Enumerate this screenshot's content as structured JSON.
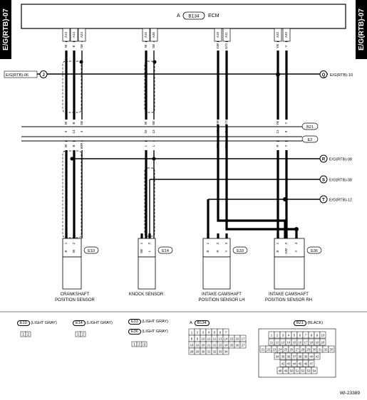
{
  "tabs": {
    "left": "E/G(RTB)-07",
    "right": "E/G(RTB)-07"
  },
  "ecm": {
    "prefix": "A",
    "connector": "B134",
    "name": "ECM"
  },
  "ecm_pins": [
    "A13",
    "A14",
    "A24",
    "A15",
    "A35",
    "A10",
    "A11",
    "A32",
    "A33"
  ],
  "ecm_wires": [
    "W",
    "B",
    "SB",
    "W",
    "SB",
    "GW",
    "G/O",
    "YB",
    "Y"
  ],
  "connector_wires": [
    "W",
    "B",
    "W",
    "W",
    "L",
    "G",
    "GW",
    "GB",
    "R",
    "Y"
  ],
  "connector_pins": [
    "3",
    "14",
    "4",
    "16",
    "13",
    "12",
    "5",
    "11",
    "9"
  ],
  "lower_wires": [
    "W",
    "B",
    "W/R",
    "L",
    "L",
    "GB",
    "G/W",
    "R",
    "Y"
  ],
  "connector_labels": [
    "B21",
    "E2"
  ],
  "refs": {
    "J": "E/G(RTB)-06",
    "Q": "E/G(RTB)-10",
    "R": "E/G(RTB)-08",
    "S": "E/G(RTB)-08",
    "T": "E/G(RTB)-12"
  },
  "sensors": [
    {
      "conn": "E10",
      "name": "CRANKSHAFT POSITION SENSOR",
      "pins": [
        "1",
        "2"
      ],
      "wires": [
        "B",
        "W"
      ]
    },
    {
      "conn": "E14",
      "name": "KNOCK SENSOR",
      "pins": [
        "1",
        "2"
      ],
      "wires": [
        "SB",
        "L"
      ]
    },
    {
      "conn": "E33",
      "name": "INTAKE CAMSHAFT POSITION SENSOR LH",
      "pins": [
        "1",
        "2",
        "3"
      ],
      "wires": [
        "B",
        "R",
        "Y"
      ]
    },
    {
      "conn": "E36",
      "name": "INTAKE CAMSHAFT POSITION SENSOR RH",
      "pins": [
        "1",
        "2",
        "3"
      ],
      "wires": [
        "B",
        "GW",
        "Y"
      ]
    }
  ],
  "legend": {
    "e10": {
      "conn": "E10",
      "color": "(LIGHT GRAY)",
      "pins": [
        "1",
        "2"
      ]
    },
    "e14": {
      "conn": "E14",
      "color": "(LIGHT GRAY)",
      "pins": [
        "1",
        "2"
      ]
    },
    "e33": {
      "conn": "E33",
      "color": "(LIGHT GRAY)"
    },
    "e36": {
      "conn": "E36",
      "color": "(LIGHT GRAY)",
      "pins": [
        "1",
        "2",
        "3"
      ]
    },
    "b134": {
      "prefix": "A:",
      "conn": "B134",
      "rows": [
        [
          "1",
          "2",
          "3",
          "4",
          "5",
          "6",
          "7"
        ],
        [
          "8",
          "9",
          "10",
          "11",
          "12",
          "13",
          "14",
          "15",
          "16",
          "17"
        ],
        [
          "18",
          "19",
          "20",
          "21",
          "22",
          "23",
          "24",
          "25",
          "26",
          "27"
        ],
        [
          "28",
          "29",
          "30",
          "31",
          "32",
          "33",
          "34"
        ]
      ]
    },
    "b21": {
      "conn": "B21",
      "color": "(BLACK)",
      "rows": [
        [
          "1",
          "2",
          "3",
          "4",
          "5",
          "6",
          "7",
          "8",
          "9",
          "10"
        ],
        [
          "11",
          "12",
          "13",
          "14",
          "15",
          "16",
          "17",
          "18",
          "19",
          "20"
        ],
        [
          "21",
          "22",
          "23",
          "24",
          "25",
          "26",
          "27",
          "28",
          "29",
          "30",
          "31",
          "32",
          "33"
        ],
        [
          "34",
          "35",
          "36",
          "37",
          "38",
          "39",
          "40",
          "41"
        ],
        [
          "42",
          "43",
          "44",
          "45",
          "46",
          "47"
        ],
        [
          "48",
          "49",
          "50",
          "51",
          "52",
          "53",
          "54"
        ]
      ]
    }
  },
  "figure_id": "WI-23389"
}
